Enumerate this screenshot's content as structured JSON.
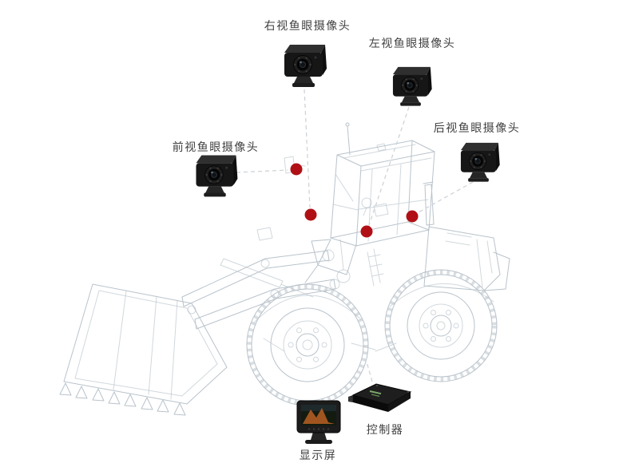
{
  "diagram": {
    "labels": {
      "camera_right": "右视鱼眼摄像头",
      "camera_left": "左视鱼眼摄像头",
      "camera_front": "前视鱼眼摄像头",
      "camera_rear": "后视鱼眼摄像头",
      "controller": "控制器",
      "display": "显示屏"
    },
    "colors": {
      "marker": "#b01015",
      "wireframe": "#b9c3cb",
      "connector": "#cfd4d8",
      "label_text": "#3f3f3f"
    }
  }
}
